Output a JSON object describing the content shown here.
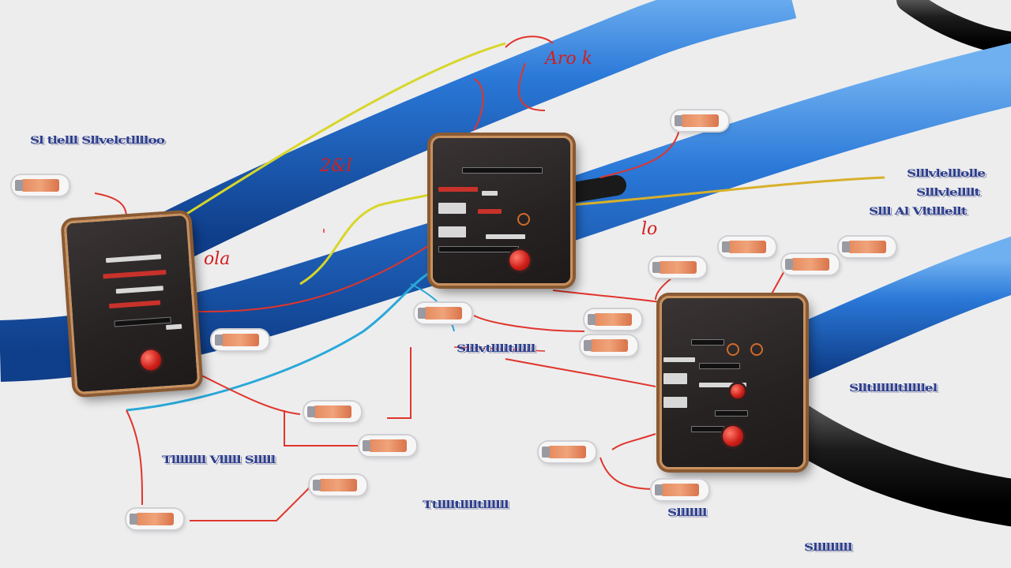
{
  "scene": {
    "description_labels": {
      "left_top": "Sl tlelll Sllvelctlllloo",
      "right_top_1": "Slllvlelllolle",
      "right_top_2": "Slllvlellllt",
      "right_top_3": "Slll Al Vltlllellt",
      "center_mid": "Slllvtlllltlllll",
      "right_mid": "Slltlllllltlllllel",
      "bottom_left": "Tllllllll Vlllll Slllll",
      "bottom_center": "Ttlllltlllltllllll",
      "bottom_right": "Slllllll",
      "bottom_far_right": "Slllllllll"
    },
    "handwritten": {
      "top": "Aro k",
      "left_upper": "2&l",
      "left_mid": "ola",
      "center": "lo"
    },
    "colors": {
      "background": "#ededee",
      "cable_blue": "#1f66c8",
      "cable_black": "#1a1a1a",
      "wire_red": "#e0352b",
      "wire_yellow": "#d4d42a",
      "wire_cyan": "#2aa8d8",
      "box_trim": "#c9915e",
      "box_face": "#2a2525",
      "label_ink": "#2c3e8c"
    },
    "icons": [
      "control-box",
      "red-knob",
      "connector-plug",
      "cable"
    ]
  }
}
